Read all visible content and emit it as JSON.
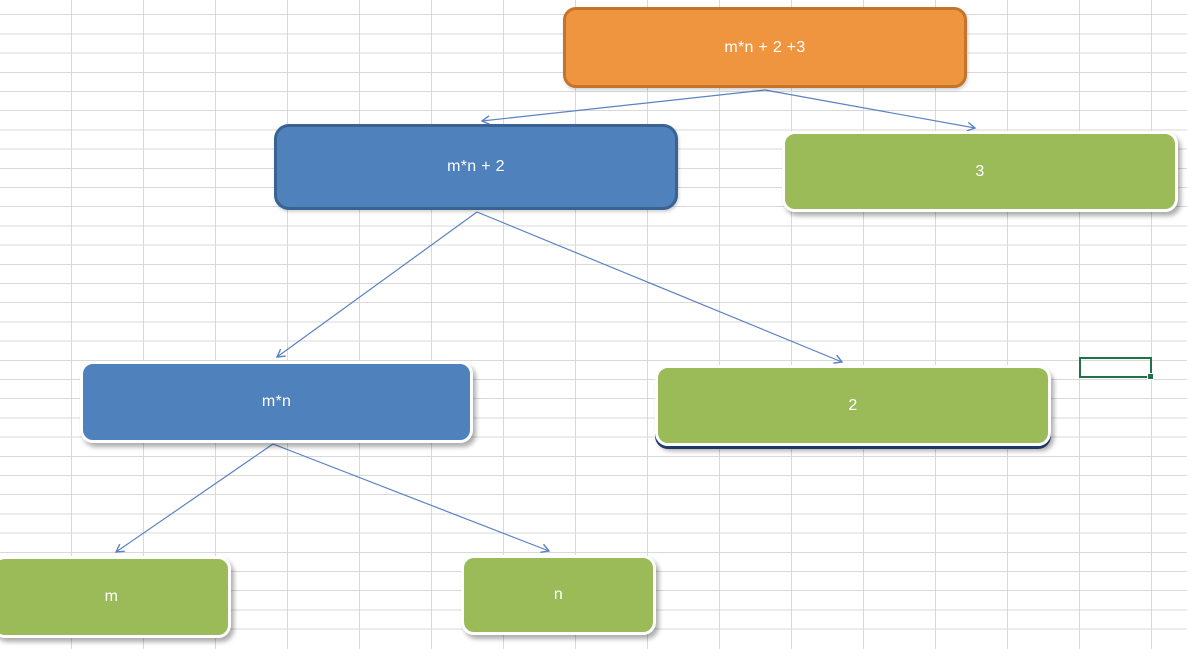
{
  "spreadsheet": {
    "gridline_color": "#D9D9D9",
    "selected_cell": {
      "border_color": "#217346",
      "has_fill_handle": true,
      "value": ""
    }
  },
  "diagram": {
    "text_color": "#FFFFFF",
    "connector_color": "#5B82C2",
    "palette": {
      "orange_fill": "#F0953F",
      "orange_border": "#C4752B",
      "blue_fill": "#4F81BD",
      "blue_border": "#3A6292",
      "green_fill": "#9BBB59",
      "white_border": "#FFFFFF",
      "navy_shadow": "#1E3A66"
    },
    "nodes": {
      "root": {
        "label": "m*n + 2 +3"
      },
      "sum": {
        "label": "m*n + 2"
      },
      "three": {
        "label": "3"
      },
      "product": {
        "label": "m*n"
      },
      "two": {
        "label": "2"
      },
      "m": {
        "label": "m"
      },
      "n": {
        "label": "n"
      }
    },
    "edges": [
      {
        "from": "root",
        "to": "sum"
      },
      {
        "from": "root",
        "to": "three"
      },
      {
        "from": "sum",
        "to": "product"
      },
      {
        "from": "sum",
        "to": "two"
      },
      {
        "from": "product",
        "to": "m"
      },
      {
        "from": "product",
        "to": "n"
      }
    ]
  }
}
